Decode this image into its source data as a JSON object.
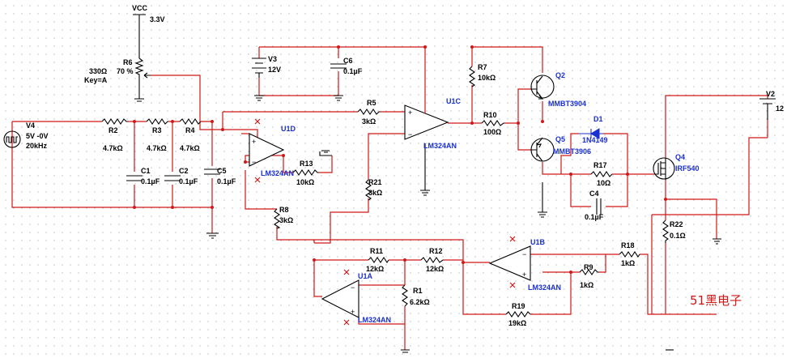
{
  "schematic": {
    "vcc": {
      "name": "VCC",
      "value": "3.3V"
    },
    "r6": {
      "ref": "R6",
      "value": "330Ω",
      "wiper": "70 %",
      "key": "Key=A"
    },
    "v3": {
      "ref": "V3",
      "value": "12V"
    },
    "c6": {
      "ref": "C6",
      "value": "0.1µF"
    },
    "v4": {
      "ref": "V4",
      "line1": "5V  -0V",
      "line2": "20kHz"
    },
    "r2": {
      "ref": "R2",
      "value": "4.7kΩ"
    },
    "r3": {
      "ref": "R3",
      "value": "4.7kΩ"
    },
    "r4": {
      "ref": "R4",
      "value": "4.7kΩ"
    },
    "c1": {
      "ref": "C1",
      "value": "0.1µF"
    },
    "c2": {
      "ref": "C2",
      "value": "0.1µF"
    },
    "c5": {
      "ref": "C5",
      "value": "0.1µF"
    },
    "u1d": {
      "ref": "U1D",
      "part": "LM324AN"
    },
    "r13": {
      "ref": "R13",
      "value": "10kΩ"
    },
    "r5": {
      "ref": "R5",
      "value": "3kΩ"
    },
    "u1c": {
      "ref": "U1C",
      "part": "LM324AN"
    },
    "r7": {
      "ref": "R7",
      "value": "10kΩ"
    },
    "r10": {
      "ref": "R10",
      "value": "100Ω"
    },
    "q2": {
      "ref": "Q2",
      "part": "MMBT3904"
    },
    "q5": {
      "ref": "Q5",
      "part": "MMBT3906"
    },
    "d1": {
      "ref": "D1",
      "part": "1N4149"
    },
    "r17": {
      "ref": "R17",
      "value": "10Ω"
    },
    "c4": {
      "ref": "C4",
      "value": "0.1µF"
    },
    "q4": {
      "ref": "Q4",
      "part": "IRF540"
    },
    "v2": {
      "ref": "V2",
      "value": "12"
    },
    "r22": {
      "ref": "R22",
      "value": "0.1Ω"
    },
    "r21": {
      "ref": "R21",
      "value": "3kΩ"
    },
    "r8": {
      "ref": "R8",
      "value": "3kΩ"
    },
    "r11": {
      "ref": "R11",
      "value": "12kΩ"
    },
    "r12": {
      "ref": "R12",
      "value": "12kΩ"
    },
    "u1b": {
      "ref": "U1B",
      "part": "LM324AN"
    },
    "r18": {
      "ref": "R18",
      "value": "1kΩ"
    },
    "r9": {
      "ref": "R9",
      "value": "1kΩ"
    },
    "u1a": {
      "ref": "U1A",
      "part": "LM324AN"
    },
    "r1": {
      "ref": "R1",
      "value": "6.2kΩ"
    },
    "r19": {
      "ref": "R19",
      "value": "19kΩ"
    }
  },
  "watermark": "51黑电子",
  "colors": {
    "wire": "#d01818",
    "component": "#000000",
    "label_blue": "#1a2fd0",
    "grid_dot": "#9a9a9a"
  }
}
